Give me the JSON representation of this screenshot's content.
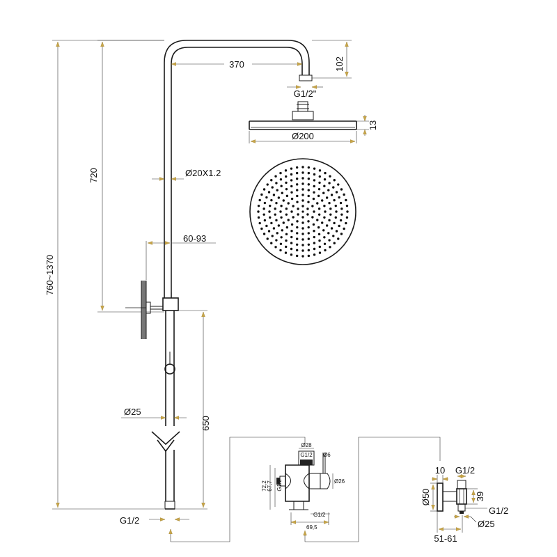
{
  "labels": {
    "arm_length": "370",
    "arm_height": "102",
    "arm_outlet": "G1/2\"",
    "head_thickness": "13",
    "head_diameter": "Ø200",
    "riser_pipe": "Ø20X1.2",
    "riser_height": "720",
    "total_height": "760~1370",
    "wall_distance": "60-93",
    "lower_pipe": "Ø25",
    "lower_height": "650",
    "bottom_inlet": "G1/2",
    "diverter_d28": "Ø28",
    "diverter_g12_top": "G1/2",
    "diverter_d6": "Ø6",
    "diverter_72": "72,2",
    "diverter_67": "67,7",
    "diverter_g12_left": "G1/2",
    "diverter_d26": "Ø26",
    "diverter_g12_bottom": "G1/2",
    "diverter_width": "69,5",
    "valve_10": "10",
    "valve_g12_top": "G1/2",
    "valve_d50": "Ø50",
    "valve_39": "39",
    "valve_g12_right": "G1/2",
    "valve_d25": "Ø25",
    "valve_depth": "51-61"
  },
  "colors": {
    "line": "#1a1a1a",
    "arrow": "#c8a64a"
  }
}
